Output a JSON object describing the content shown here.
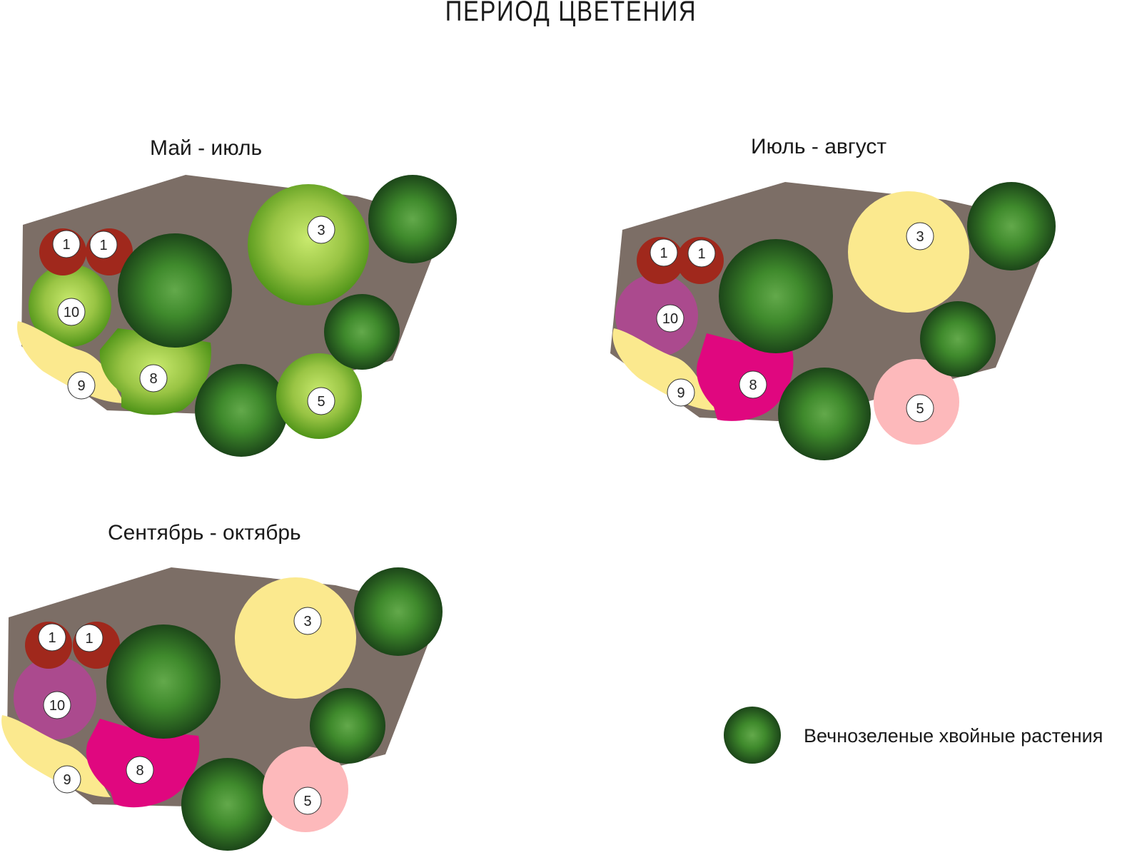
{
  "title": "ПЕРИОД ЦВЕТЕНИЯ",
  "colors": {
    "bed": "#7c6e66",
    "conifer_dark": "#1e4a1c",
    "conifer_light": "#4f9a3a",
    "spring_green_light": "#c6e86a",
    "spring_green_dark": "#5a9a18",
    "red": "#a0281c",
    "yellow": "#fbe98e",
    "pale_yellow": "#fbe98e",
    "purple": "#ab4a8e",
    "magenta": "#e0077f",
    "pink": "#fdb9bb",
    "label_circle": "#ffffff"
  },
  "plans": [
    {
      "title": "Май - июль",
      "plants": {
        "p1": "1",
        "p1b": "1",
        "p3": "3",
        "p5": "5",
        "p8": "8",
        "p9": "9",
        "p10": "10"
      }
    },
    {
      "title": "Июль - август",
      "plants": {
        "p1": "1",
        "p1b": "1",
        "p3": "3",
        "p5": "5",
        "p8": "8",
        "p9": "9",
        "p10": "10"
      }
    },
    {
      "title": "Сентябрь - октябрь",
      "plants": {
        "p1": "1",
        "p1b": "1",
        "p3": "3",
        "p5": "5",
        "p8": "8",
        "p9": "9",
        "p10": "10"
      }
    }
  ],
  "legend": {
    "label": "Вечнозеленые хвойные растения",
    "icon": "conifer-circle-icon"
  }
}
